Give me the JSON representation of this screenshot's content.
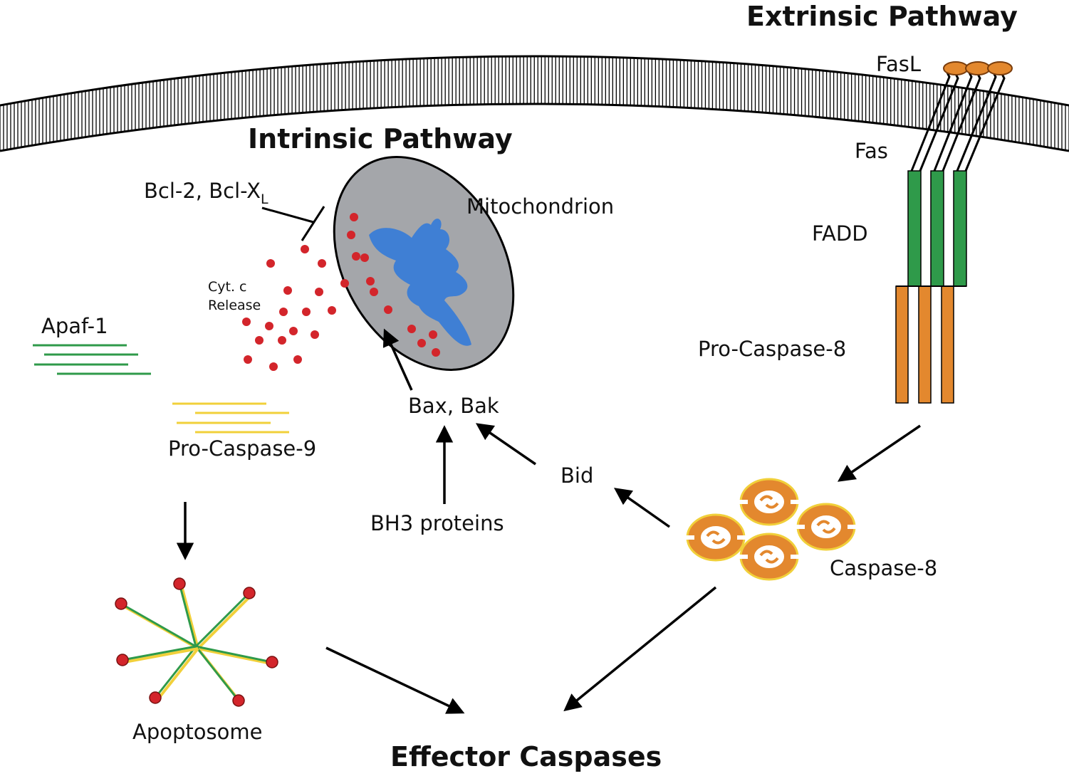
{
  "titles": {
    "extrinsic": "Extrinsic Pathway",
    "intrinsic": "Intrinsic Pathway",
    "effector": "Effector Caspases"
  },
  "labels": {
    "fasl": "FasL",
    "fas": "Fas",
    "fadd": "FADD",
    "pro_caspase_8": "Pro-Caspase-8",
    "caspase_8": "Caspase-8",
    "bid": "Bid",
    "bax_bak": "Bax, Bak",
    "bh3_proteins": "BH3 proteins",
    "mitochondrion": "Mitochondrion",
    "bcl_main": "Bcl-2, Bcl-X",
    "bcl_sub": "L",
    "cytc_line1": "Cyt. c",
    "cytc_line2": "Release",
    "apaf1": "Apaf-1",
    "pro_caspase_9": "Pro-Caspase-9",
    "apoptosome": "Apoptosome"
  },
  "colors": {
    "membrane": "#000000",
    "membrane_fill": "#ffffff",
    "mitochondrion": "#a4a6aa",
    "matrix": "#3f7fd4",
    "cytochrome_c": "#d3252b",
    "fadd_green": "#2f9a4a",
    "caspase_orange": "#e3882e",
    "caspase_yellow": "#f1d03a",
    "apaf_green": "#2f9a4a",
    "procasp9_yellow": "#f1d03a",
    "apoptosome_red": "#d3252b"
  }
}
